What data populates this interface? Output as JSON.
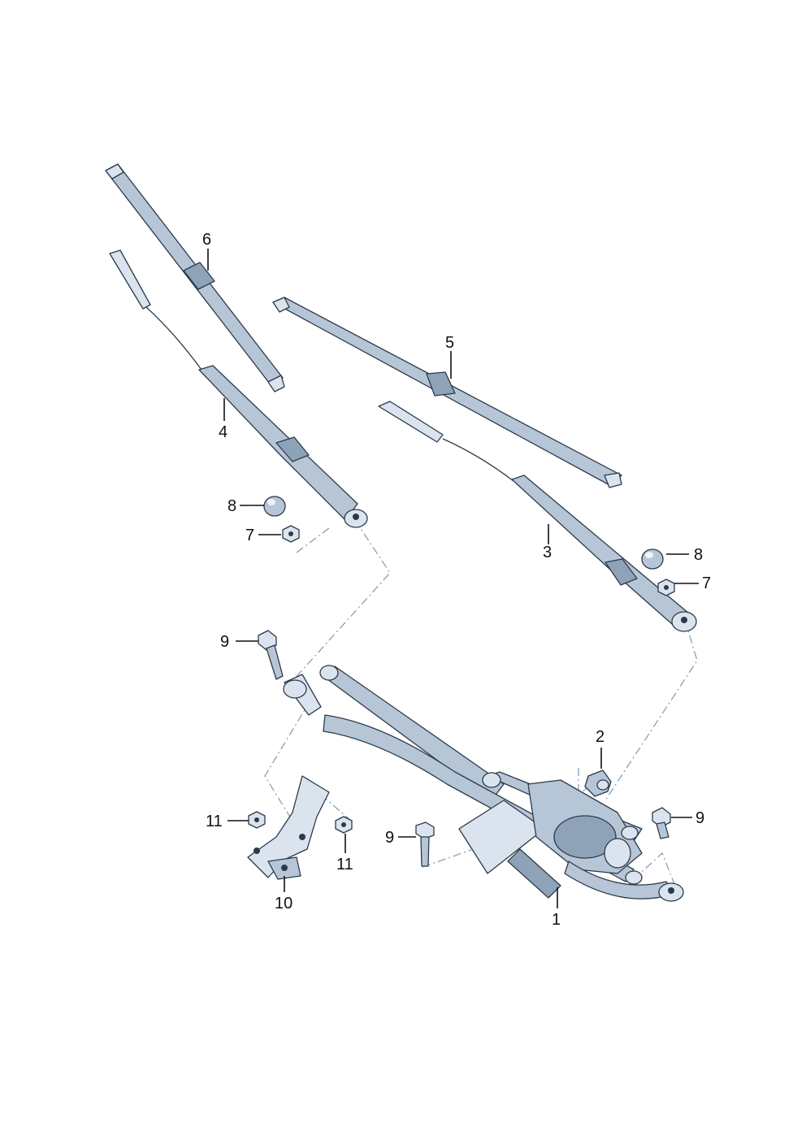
{
  "callouts": [
    {
      "id": "1",
      "label": "1"
    },
    {
      "id": "2",
      "label": "2"
    },
    {
      "id": "3",
      "label": "3"
    },
    {
      "id": "4",
      "label": "4"
    },
    {
      "id": "5",
      "label": "5"
    },
    {
      "id": "6",
      "label": "6"
    },
    {
      "id": "7a",
      "label": "7"
    },
    {
      "id": "7b",
      "label": "7"
    },
    {
      "id": "8a",
      "label": "8"
    },
    {
      "id": "8b",
      "label": "8"
    },
    {
      "id": "9a",
      "label": "9"
    },
    {
      "id": "9b",
      "label": "9"
    },
    {
      "id": "9c",
      "label": "9"
    },
    {
      "id": "10",
      "label": "10"
    },
    {
      "id": "11a",
      "label": "11"
    },
    {
      "id": "11b",
      "label": "11"
    }
  ]
}
